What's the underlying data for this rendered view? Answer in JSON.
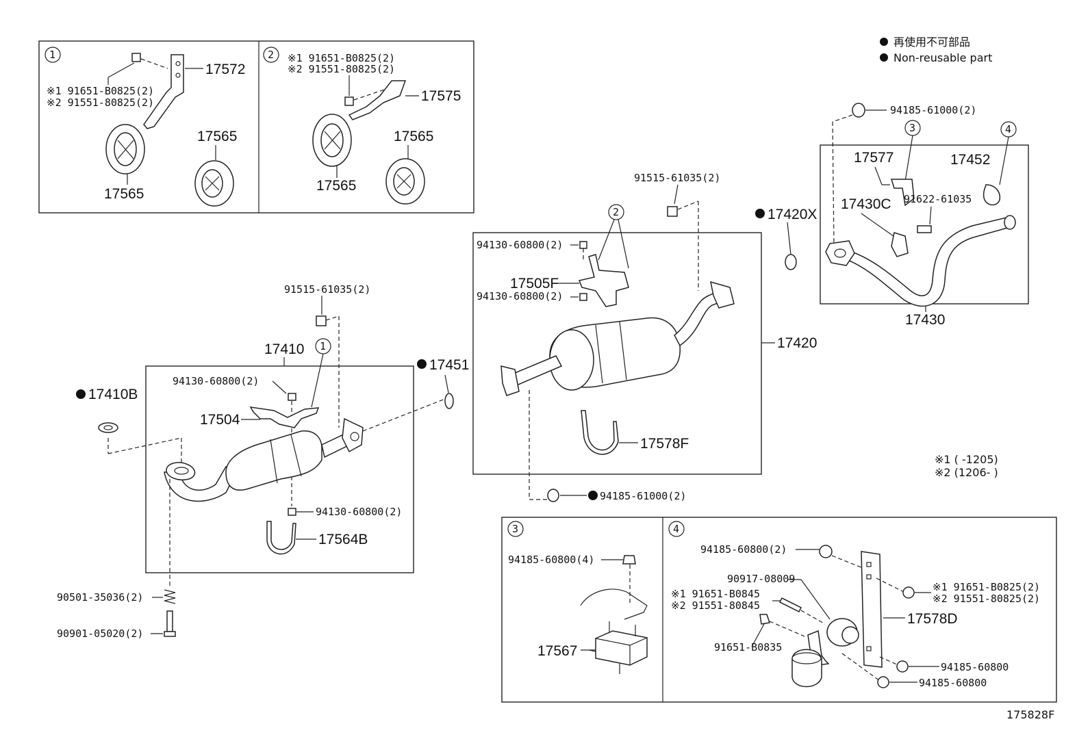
{
  "legend": {
    "line1": "再使用不可部品",
    "line2": "Non-reusable part"
  },
  "footnote": {
    "note1": "※1 (     -1205)",
    "note2": "※2 (1206-     )"
  },
  "diagram_id": "175828F",
  "inset1": {
    "num": "1",
    "bolt_a": "※1 91651-B0825(2)",
    "bolt_b": "※2 91551-80825(2)",
    "bracket": "17572",
    "hanger_top": "17565",
    "hanger_bottom": "17565"
  },
  "inset2": {
    "num": "2",
    "bolt_a": "※1 91651-B0825(2)",
    "bolt_b": "※2 91551-80825(2)",
    "bracket": "17575",
    "hanger_left": "17565",
    "hanger_right": "17565"
  },
  "front_pipe": {
    "assy": "17410",
    "callout": "1",
    "bolt_top": "91515-61035(2)",
    "nut_top": "94130-60800(2)",
    "bracket": "17504",
    "nut_bottom": "94130-60800(2)",
    "clamp": "17564B",
    "gasket_left": "17410B",
    "gasket_right": "17451",
    "spring": "90501-35036(2)",
    "bolt_bottom": "90901-05020(2)"
  },
  "muffler": {
    "assy": "17420",
    "callout": "2",
    "bolt_top": "91515-61035(2)",
    "nut_top": "94130-60800(2)",
    "bracket": "17505F",
    "nut_mid": "94130-60800(2)",
    "clamp": "17578F",
    "nut_bottom": "94185-61000(2)",
    "gasket": "17420X"
  },
  "tail_pipe": {
    "assy": "17430",
    "nut_top": "94185-61000(2)",
    "callout3": "3",
    "callout4": "4",
    "support": "17577",
    "clamp": "17452",
    "sub": "17430C",
    "bolt": "91622-61035"
  },
  "inset3": {
    "num": "3",
    "nut": "94185-60800(4)",
    "mount": "17567"
  },
  "inset4": {
    "num": "4",
    "nut_top": "94185-60800(2)",
    "damper": "90917-08009",
    "bolt_a": "※1 91651-B0845",
    "bolt_b": "※2 91551-80845",
    "bolt_c": "91651-B0835",
    "bolt_r1": "※1 91651-B0825(2)",
    "bolt_r2": "※2 91551-80825(2)",
    "bracket": "17578D",
    "nut_r1": "94185-60800",
    "nut_r2": "94185-60800"
  }
}
